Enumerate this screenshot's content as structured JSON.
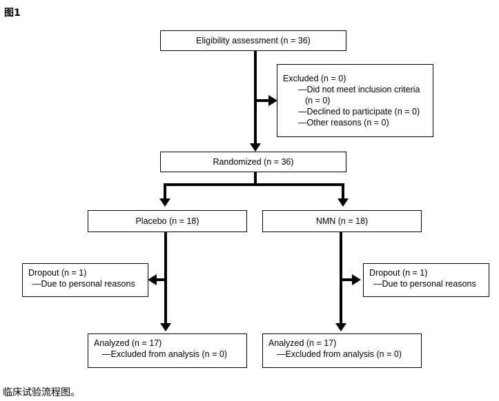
{
  "figure_label": "图1",
  "caption": "临床试验流程图。",
  "eligibility": {
    "text": "Eligibility assessment (n = 36)"
  },
  "excluded": {
    "title": "Excluded (n = 0)",
    "line1": "—Did not meet inclusion criteria",
    "line1b": "(n = 0)",
    "line2": "—Declined to participate (n = 0)",
    "line3": "—Other reasons (n = 0)"
  },
  "randomized": {
    "text": "Randomized (n = 36)"
  },
  "placebo": {
    "text": "Placebo (n = 18)"
  },
  "nmn": {
    "text": "NMN (n = 18)"
  },
  "dropout_left": {
    "title": "Dropout (n = 1)",
    "reason": "—Due to personal reasons"
  },
  "dropout_right": {
    "title": "Dropout (n = 1)",
    "reason": "—Due to personal reasons"
  },
  "analyzed_left": {
    "title": "Analyzed (n = 17)",
    "reason": "—Excluded from analysis (n = 0)"
  },
  "analyzed_right": {
    "title": "Analyzed (n = 17)",
    "reason": "—Excluded from analysis (n = 0)"
  }
}
